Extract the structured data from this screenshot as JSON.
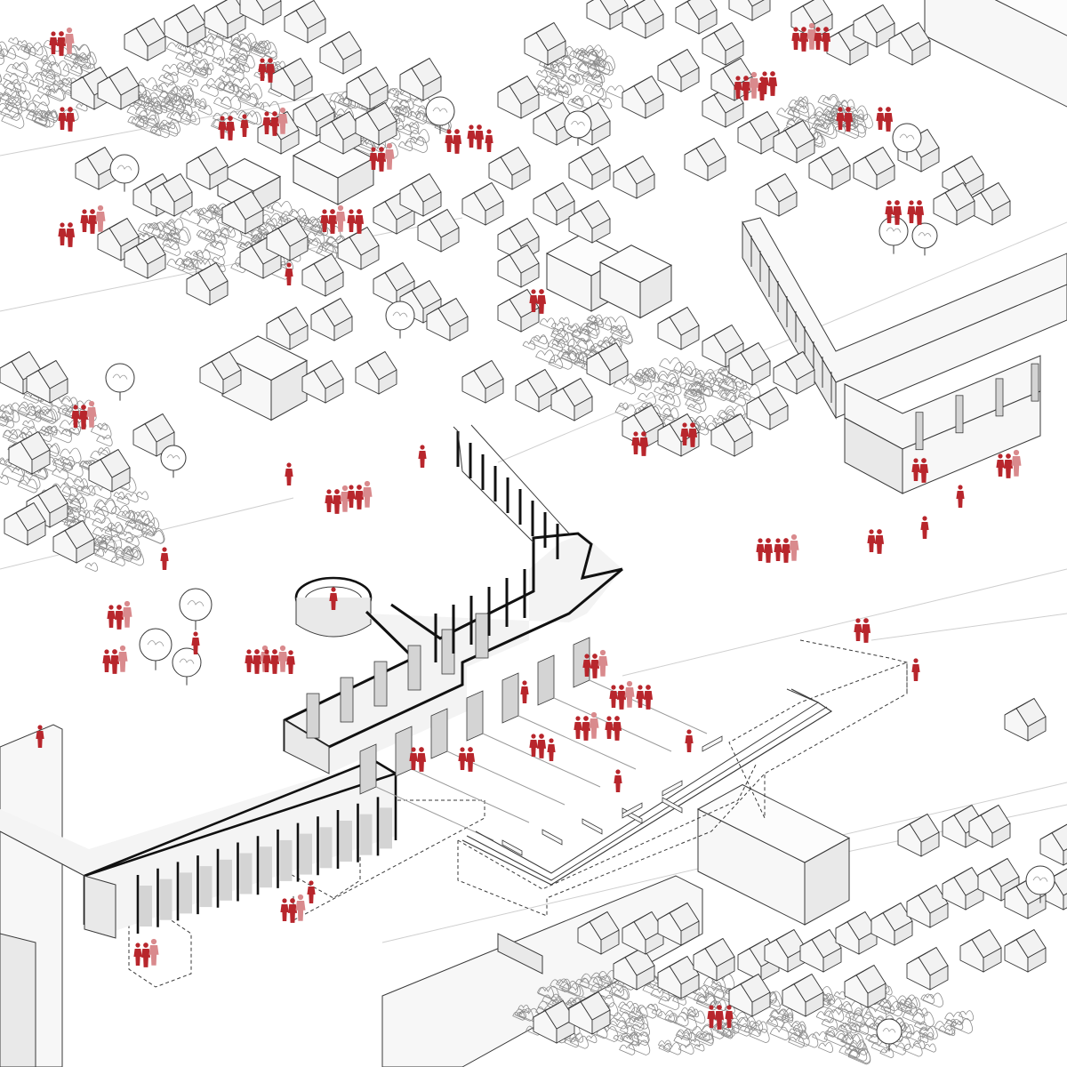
{
  "drawing": {
    "kind": "axonometric site plan",
    "style": "monochrome line drawing with red human figures",
    "printed_text": []
  },
  "palette": {
    "background": "#ffffff",
    "line": "#3a3a3a",
    "light_line": "#9a9a9a",
    "face_light": "#f7f7f7",
    "face_mid": "#e9e9e9",
    "face_dark": "#d4d4d4",
    "tree_foliage": "#8c8c8c",
    "new_structure": "#111111",
    "people": "#b8262c",
    "people_pale": "#d98a8d"
  },
  "elements": [
    {
      "name": "tent-houses",
      "icon": "tent-house-icon"
    },
    {
      "name": "tree-clusters",
      "icon": "tree-cluster-icon"
    },
    {
      "name": "single-trees",
      "icon": "tree-icon"
    },
    {
      "name": "courtyard-block-building",
      "icon": "building-icon"
    },
    {
      "name": "colonnade-building",
      "icon": "building-icon"
    },
    {
      "name": "new-structure-with-circular-room",
      "icon": "structure-icon"
    },
    {
      "name": "dashed-proposed-volumes",
      "icon": "dashed-outline-icon"
    },
    {
      "name": "people-figures",
      "icon": "person-icon"
    }
  ]
}
